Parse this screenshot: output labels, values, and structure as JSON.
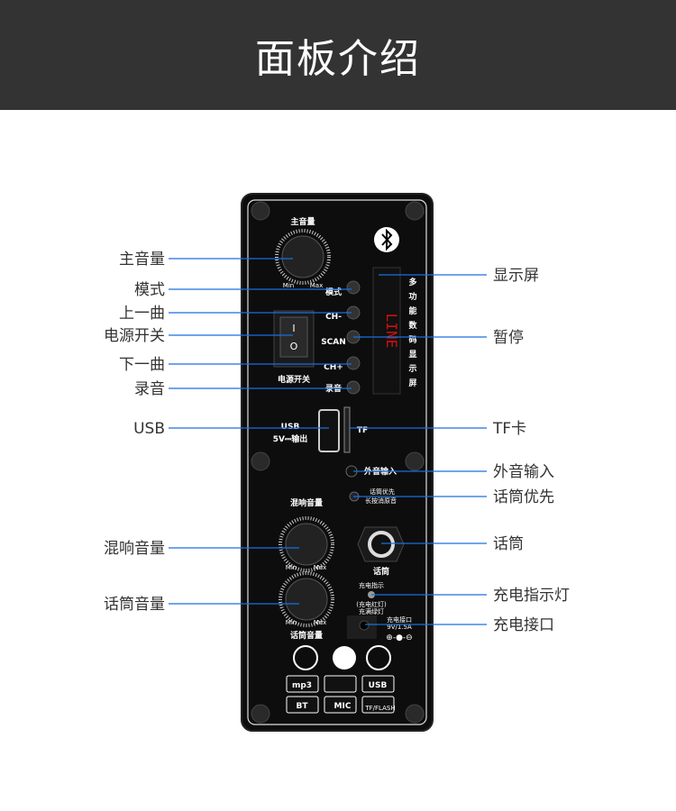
{
  "title": "面板介绍",
  "colors": {
    "header_bg": "#333333",
    "callout_line": "#1a6fe0",
    "panel": "#0d0d0d",
    "display_digits": "#d01010"
  },
  "callouts_left": [
    "主音量",
    "模式",
    "上一曲",
    "电源开关",
    "下一曲",
    "录音",
    "USB",
    "混响音量",
    "话筒音量"
  ],
  "callouts_right": [
    "显示屏",
    "暂停",
    "TF卡",
    "外音输入",
    "话筒优先",
    "话筒",
    "充电指示灯",
    "充电接口"
  ],
  "panel": {
    "master_volume": "主音量",
    "min": "Min",
    "max": "Max",
    "mode": "模式",
    "ch_minus": "CH-",
    "scan": "SCAN",
    "ch_plus": "CH+",
    "record": "录音",
    "power_switch": "电源开关",
    "switch_on": "I",
    "switch_off": "O",
    "display_label": [
      "多",
      "功",
      "能",
      "数",
      "码",
      "显",
      "示",
      "屏"
    ],
    "display_text": "LINE",
    "usb": "USB",
    "usb_out": "5V⎓输出",
    "tf": "TF",
    "aux_in": "外音输入",
    "mic_priority": "话筒优先",
    "mic_priority_hint": "长按消原音",
    "echo_volume": "混响音量",
    "mic": "话筒",
    "mic_volume": "话筒音量",
    "charge_indicator": "充电指示",
    "charge_hint1": "(充电红灯)",
    "charge_hint2": "充满绿灯",
    "charge_port": "充电接口",
    "charge_spec": "9V/1.5A",
    "badges": [
      "mp3",
      "BT",
      "MIC",
      "USB",
      "TF/FLASH"
    ]
  }
}
